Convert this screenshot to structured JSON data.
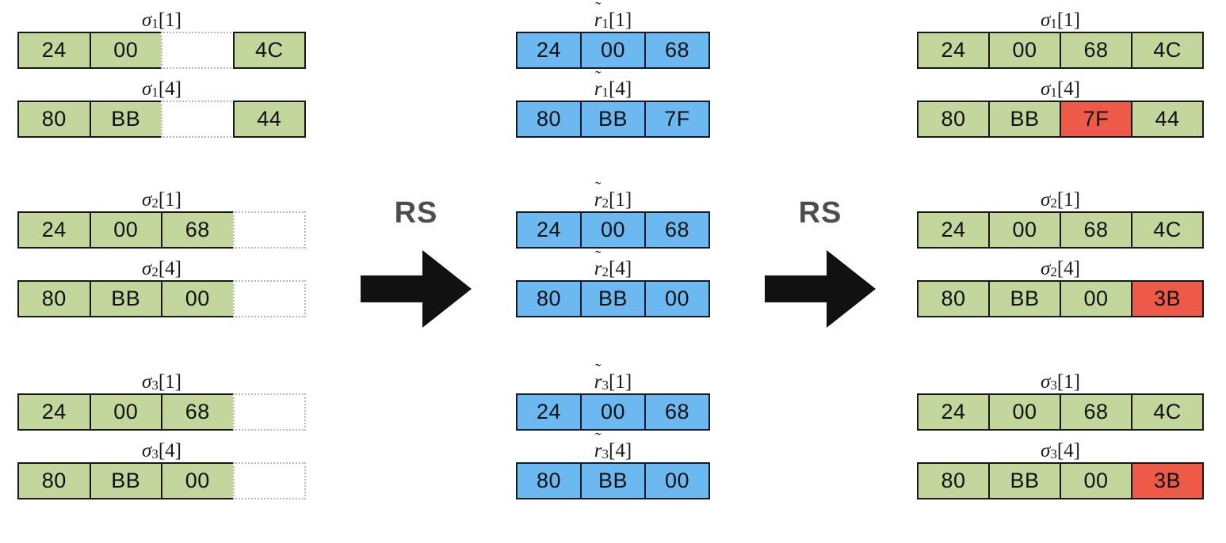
{
  "figure": {
    "title": "Reed-Solomon reconstruction of share rows",
    "colors": {
      "green": "#c3d69b",
      "blue": "#6cb8f0",
      "red": "#ee5a48",
      "empty": "#ffffff",
      "border": "#171717",
      "arrow": "#111111",
      "rs_label": "#4d4d4d"
    }
  },
  "columns": [
    {
      "id": "input",
      "cell_style": "green",
      "groups": [
        {
          "rows": [
            {
              "label": {
                "var": "σ",
                "tilde": false,
                "sub": "1",
                "index": "[1]"
              },
              "cells": [
                {
                  "value": "24",
                  "style": "green"
                },
                {
                  "value": "00",
                  "style": "green"
                },
                {
                  "value": "",
                  "style": "empty"
                },
                {
                  "value": "4C",
                  "style": "green"
                }
              ]
            },
            {
              "label": {
                "var": "σ",
                "tilde": false,
                "sub": "1",
                "index": "[4]"
              },
              "cells": [
                {
                  "value": "80",
                  "style": "green"
                },
                {
                  "value": "BB",
                  "style": "green"
                },
                {
                  "value": "",
                  "style": "empty"
                },
                {
                  "value": "44",
                  "style": "green"
                }
              ]
            }
          ]
        },
        {
          "rows": [
            {
              "label": {
                "var": "σ",
                "tilde": false,
                "sub": "2",
                "index": "[1]"
              },
              "cells": [
                {
                  "value": "24",
                  "style": "green"
                },
                {
                  "value": "00",
                  "style": "green"
                },
                {
                  "value": "68",
                  "style": "green"
                },
                {
                  "value": "",
                  "style": "empty"
                }
              ]
            },
            {
              "label": {
                "var": "σ",
                "tilde": false,
                "sub": "2",
                "index": "[4]"
              },
              "cells": [
                {
                  "value": "80",
                  "style": "green"
                },
                {
                  "value": "BB",
                  "style": "green"
                },
                {
                  "value": "00",
                  "style": "green"
                },
                {
                  "value": "",
                  "style": "empty"
                }
              ]
            }
          ]
        },
        {
          "rows": [
            {
              "label": {
                "var": "σ",
                "tilde": false,
                "sub": "3",
                "index": "[1]"
              },
              "cells": [
                {
                  "value": "24",
                  "style": "green"
                },
                {
                  "value": "00",
                  "style": "green"
                },
                {
                  "value": "68",
                  "style": "green"
                },
                {
                  "value": "",
                  "style": "empty"
                }
              ]
            },
            {
              "label": {
                "var": "σ",
                "tilde": false,
                "sub": "3",
                "index": "[4]"
              },
              "cells": [
                {
                  "value": "80",
                  "style": "green"
                },
                {
                  "value": "BB",
                  "style": "green"
                },
                {
                  "value": "00",
                  "style": "green"
                },
                {
                  "value": "",
                  "style": "empty"
                }
              ]
            }
          ]
        }
      ]
    },
    {
      "id": "middle",
      "cell_style": "blue",
      "groups": [
        {
          "rows": [
            {
              "label": {
                "var": "r",
                "tilde": true,
                "sub": "1",
                "index": "[1]"
              },
              "cells": [
                {
                  "value": "24",
                  "style": "blue"
                },
                {
                  "value": "00",
                  "style": "blue"
                },
                {
                  "value": "68",
                  "style": "blue"
                }
              ]
            },
            {
              "label": {
                "var": "r",
                "tilde": true,
                "sub": "1",
                "index": "[4]"
              },
              "cells": [
                {
                  "value": "80",
                  "style": "blue"
                },
                {
                  "value": "BB",
                  "style": "blue"
                },
                {
                  "value": "7F",
                  "style": "blue"
                }
              ]
            }
          ]
        },
        {
          "rows": [
            {
              "label": {
                "var": "r",
                "tilde": true,
                "sub": "2",
                "index": "[1]"
              },
              "cells": [
                {
                  "value": "24",
                  "style": "blue"
                },
                {
                  "value": "00",
                  "style": "blue"
                },
                {
                  "value": "68",
                  "style": "blue"
                }
              ]
            },
            {
              "label": {
                "var": "r",
                "tilde": true,
                "sub": "2",
                "index": "[4]"
              },
              "cells": [
                {
                  "value": "80",
                  "style": "blue"
                },
                {
                  "value": "BB",
                  "style": "blue"
                },
                {
                  "value": "00",
                  "style": "blue"
                }
              ]
            }
          ]
        },
        {
          "rows": [
            {
              "label": {
                "var": "r",
                "tilde": true,
                "sub": "3",
                "index": "[1]"
              },
              "cells": [
                {
                  "value": "24",
                  "style": "blue"
                },
                {
                  "value": "00",
                  "style": "blue"
                },
                {
                  "value": "68",
                  "style": "blue"
                }
              ]
            },
            {
              "label": {
                "var": "r",
                "tilde": true,
                "sub": "3",
                "index": "[4]"
              },
              "cells": [
                {
                  "value": "80",
                  "style": "blue"
                },
                {
                  "value": "BB",
                  "style": "blue"
                },
                {
                  "value": "00",
                  "style": "blue"
                }
              ]
            }
          ]
        }
      ]
    },
    {
      "id": "output",
      "cell_style": "green",
      "groups": [
        {
          "rows": [
            {
              "label": {
                "var": "σ",
                "tilde": false,
                "sub": "1",
                "index": "[1]"
              },
              "cells": [
                {
                  "value": "24",
                  "style": "green"
                },
                {
                  "value": "00",
                  "style": "green"
                },
                {
                  "value": "68",
                  "style": "green"
                },
                {
                  "value": "4C",
                  "style": "green"
                }
              ]
            },
            {
              "label": {
                "var": "σ",
                "tilde": false,
                "sub": "1",
                "index": "[4]"
              },
              "cells": [
                {
                  "value": "80",
                  "style": "green"
                },
                {
                  "value": "BB",
                  "style": "green"
                },
                {
                  "value": "7F",
                  "style": "red"
                },
                {
                  "value": "44",
                  "style": "green"
                }
              ]
            }
          ]
        },
        {
          "rows": [
            {
              "label": {
                "var": "σ",
                "tilde": false,
                "sub": "2",
                "index": "[1]"
              },
              "cells": [
                {
                  "value": "24",
                  "style": "green"
                },
                {
                  "value": "00",
                  "style": "green"
                },
                {
                  "value": "68",
                  "style": "green"
                },
                {
                  "value": "4C",
                  "style": "green"
                }
              ]
            },
            {
              "label": {
                "var": "σ",
                "tilde": false,
                "sub": "2",
                "index": "[4]"
              },
              "cells": [
                {
                  "value": "80",
                  "style": "green"
                },
                {
                  "value": "BB",
                  "style": "green"
                },
                {
                  "value": "00",
                  "style": "green"
                },
                {
                  "value": "3B",
                  "style": "red"
                }
              ]
            }
          ]
        },
        {
          "rows": [
            {
              "label": {
                "var": "σ",
                "tilde": false,
                "sub": "3",
                "index": "[1]"
              },
              "cells": [
                {
                  "value": "24",
                  "style": "green"
                },
                {
                  "value": "00",
                  "style": "green"
                },
                {
                  "value": "68",
                  "style": "green"
                },
                {
                  "value": "4C",
                  "style": "green"
                }
              ]
            },
            {
              "label": {
                "var": "σ",
                "tilde": false,
                "sub": "3",
                "index": "[4]"
              },
              "cells": [
                {
                  "value": "80",
                  "style": "green"
                },
                {
                  "value": "BB",
                  "style": "green"
                },
                {
                  "value": "00",
                  "style": "green"
                },
                {
                  "value": "3B",
                  "style": "red"
                }
              ]
            }
          ]
        }
      ]
    }
  ],
  "arrows": [
    {
      "id": "rs-1",
      "label": "RS",
      "icon": "right-arrow-icon"
    },
    {
      "id": "rs-2",
      "label": "RS",
      "icon": "right-arrow-icon"
    }
  ]
}
